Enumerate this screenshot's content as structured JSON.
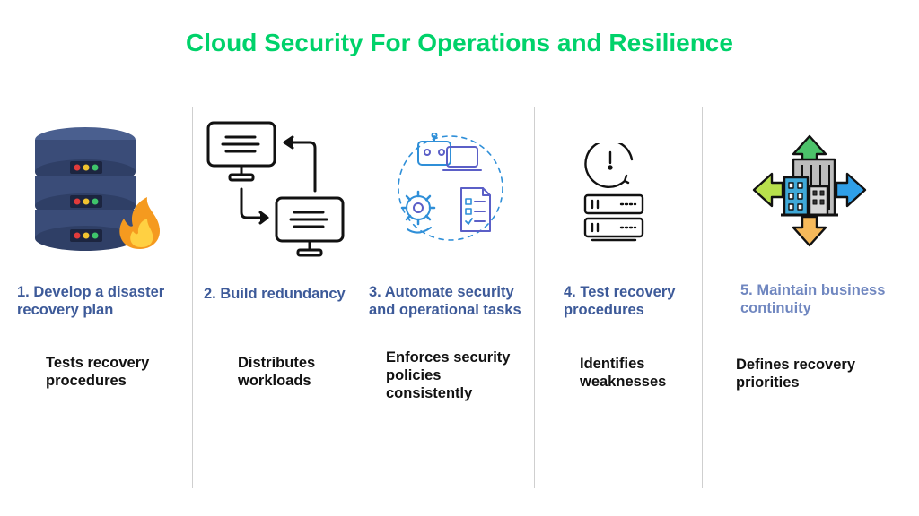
{
  "title": "Cloud Security For Operations and Resilience",
  "colors": {
    "title": "#00d26a",
    "label": "#3d5a99",
    "label_last": "#7087c0",
    "text": "#111111",
    "divider": "#cfcfcf"
  },
  "steps": [
    {
      "label": "1. Develop a disaster recovery plan",
      "description": "Tests recovery procedures",
      "icon": "server-fire-icon"
    },
    {
      "label": "2. Build redundancy",
      "description": "Distributes workloads",
      "icon": "redundant-computers-icon"
    },
    {
      "label": "3. Automate security and operational tasks",
      "description": "Enforces security policies consistently",
      "icon": "automation-robot-icon"
    },
    {
      "label": "4. Test recovery procedures",
      "description": "Identifies weaknesses",
      "icon": "server-clock-icon"
    },
    {
      "label": "5. Maintain business continuity",
      "description": "Defines recovery priorities",
      "icon": "building-arrows-icon"
    }
  ]
}
